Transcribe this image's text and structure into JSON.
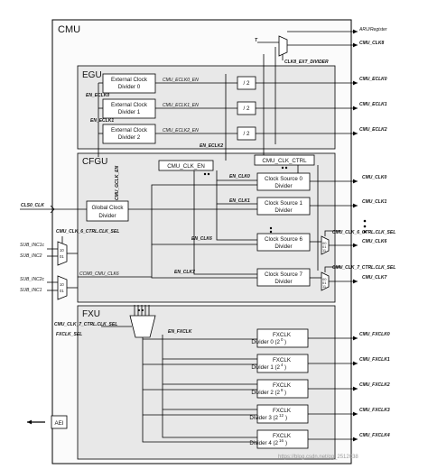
{
  "sections": {
    "cmu": "CMU",
    "egu": "EGU",
    "cfgu": "CFGU",
    "fxu": "FXU"
  },
  "blocks": {
    "ext_div0": [
      "External Clock",
      "Divider 0"
    ],
    "ext_div1": [
      "External Clock",
      "Divider 1"
    ],
    "ext_div2": [
      "External Clock",
      "Divider 2"
    ],
    "div2": "/ 2",
    "gcd": [
      "Global Clock",
      "Divider"
    ],
    "csd0": [
      "Clock Source 0",
      "Divider"
    ],
    "csd1": [
      "Clock Source 1",
      "Divider"
    ],
    "csd6": [
      "Clock Source 6",
      "Divider"
    ],
    "csd7": [
      "Clock Source 7",
      "Divider"
    ],
    "fx0": [
      "FXCLK",
      "Divider 0 (2",
      "0",
      ")"
    ],
    "fx1": [
      "FXCLK",
      "Divider 1 (2",
      "4",
      ")"
    ],
    "fx2": [
      "FXCLK",
      "Divider 2 (2",
      "8",
      ")"
    ],
    "fx3": [
      "FXCLK",
      "Divider 3 (2",
      "12",
      ")"
    ],
    "fx4": [
      "FXCLK",
      "Divider 4 (2",
      "16",
      ")"
    ],
    "cmu_clk_en": "CMU_CLK_EN",
    "cmu_clk_ctrl": "CMU_CLK_CTRL",
    "aei": "AEI",
    "mux_10": "10",
    "mux_01": "01",
    "mux_11": "11",
    "mux_00": "00"
  },
  "signals": {
    "t_label": "T",
    "aru": "ARU/Register",
    "clk8": "CMU_CLK8",
    "clk8_ext": "CLK8_EXT_DIVIDER",
    "eclk0_out": "CMU_ECLK0",
    "eclk1_out": "CMU_ECLK1",
    "eclk2_out": "CMU_ECLK2",
    "eclk0_en_a": "CMU_ECLK0_EN",
    "eclk1_en_a": "CMU_ECLK1_EN",
    "eclk2_en_a": "CMU_ECLK2_EN",
    "en_eclk0": "EN_ECLK0",
    "en_eclk1": "EN_ECLK1",
    "en_eclk2": "EN_ECLK2",
    "cls0_clk": "CLS0_CLK",
    "gclk_en": "CMU_GCLK_EN",
    "en_clk0": "EN_CLK0",
    "en_clk1": "EN_CLK1",
    "en_clk6": "EN_CLK6",
    "en_clk7": "EN_CLK7",
    "clk0": "CMU_CLK0",
    "clk1": "CMU_CLK1",
    "clk6": "CMU_CLK6",
    "clk7": "CMU_CLK7",
    "clk6_sel_right": "CMU_CLK_6_CTRL.CLK_SEL",
    "clk7_sel_right": "CMU_CLK_7_CTRL.CLK_SEL",
    "clk6_sel_left": "CMU_CLK_6_CTRL.CLK_SEL",
    "clk7_sel_left": "CMU_CLK_7_CTRL.CLK_SEL",
    "sub_inc1c": "SUB_INC1c",
    "sub_inc2": "SUB_INC2",
    "sub_inc2c": "SUB_INC2c",
    "sub_inc1": "SUB_INC1",
    "ccm0": "CCM0_CMU_CLK6",
    "fxclk_sel": "FXCLK_SEL",
    "en_fxclk": "EN_FXCLK",
    "fxclk0": "CMU_FXCLK0",
    "fxclk1": "CMU_FXCLK1",
    "fxclk2": "CMU_FXCLK2",
    "fxclk3": "CMU_FXCLK3",
    "fxclk4": "CMU_FXCLK4"
  },
  "watermark": "https://blog.csdn.net/qq_2512038"
}
